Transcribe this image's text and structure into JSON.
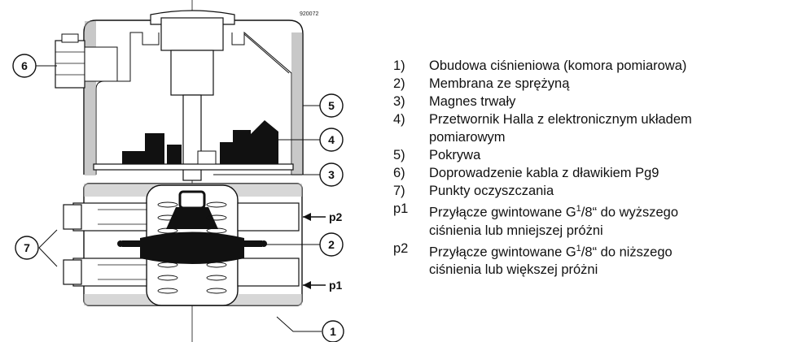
{
  "figure_id": "920072",
  "callouts": [
    "1",
    "2",
    "3",
    "4",
    "5",
    "6",
    "7"
  ],
  "port_labels": {
    "p1": "p1",
    "p2": "p2"
  },
  "legend": [
    {
      "key": "1)",
      "lines": [
        "Obudowa ciśnieniowa (komora pomiarowa)"
      ]
    },
    {
      "key": "2)",
      "lines": [
        "Membrana ze sprężyną"
      ]
    },
    {
      "key": "3)",
      "lines": [
        "Magnes trwały"
      ]
    },
    {
      "key": "4)",
      "lines": [
        "Przetwornik Halla z elektronicznym układem",
        "pomiarowym"
      ]
    },
    {
      "key": "5)",
      "lines": [
        "Pokrywa"
      ]
    },
    {
      "key": "6)",
      "lines": [
        "Doprowadzenie kabla z dławikiem Pg9"
      ]
    },
    {
      "key": "7)",
      "lines": [
        "Punkty oczyszczania"
      ]
    },
    {
      "key": "p1",
      "pre": "Przyłącze gwintowane G",
      "sup": "1",
      "mid": "/",
      "sub": "8",
      "post": "“ do wyższego",
      "line2": "ciśnienia lub mniejszej próżni"
    },
    {
      "key": "p2",
      "pre": "Przyłącze gwintowane G",
      "sup": "1",
      "mid": "/",
      "sub": "8",
      "post": "“ do niższego",
      "line2": "ciśnienia lub większej próżni"
    }
  ]
}
